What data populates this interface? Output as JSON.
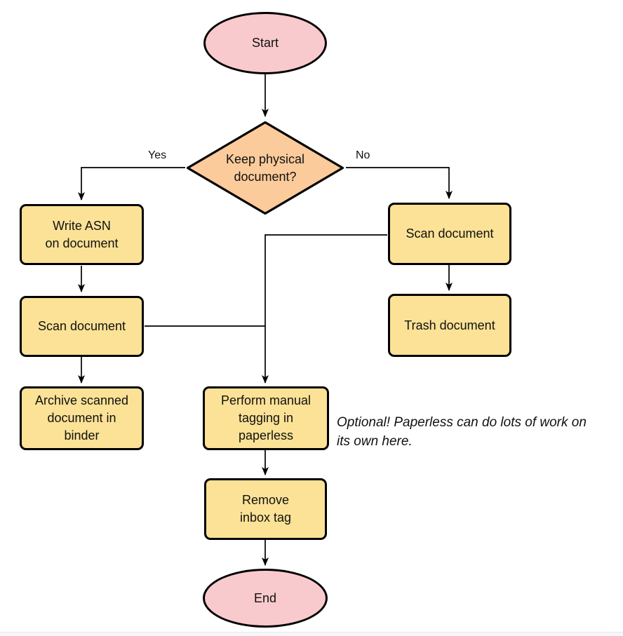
{
  "colors": {
    "terminator_fill": "#f9cacd",
    "decision_fill": "#fccb9b",
    "process_fill": "#fbe296",
    "stroke": "#000000",
    "text": "#111111"
  },
  "nodes": {
    "start": {
      "lines": [
        "Start"
      ]
    },
    "decision": {
      "lines": [
        "Keep physical",
        "document?"
      ]
    },
    "write_asn": {
      "lines": [
        "Write ASN",
        "on document"
      ]
    },
    "scan_left": {
      "lines": [
        "Scan document"
      ]
    },
    "archive": {
      "lines": [
        "Archive scanned",
        "document in",
        "binder"
      ]
    },
    "scan_right": {
      "lines": [
        "Scan document"
      ]
    },
    "trash": {
      "lines": [
        "Trash document"
      ]
    },
    "perform_tagging": {
      "lines": [
        "Perform manual",
        "tagging in",
        "paperless"
      ]
    },
    "remove_inbox": {
      "lines": [
        "Remove",
        "inbox tag"
      ]
    },
    "end": {
      "lines": [
        "End"
      ]
    }
  },
  "edge_labels": {
    "yes": "Yes",
    "no": "No"
  },
  "annotation": {
    "lines": [
      "Optional! Paperless can do lots of work on",
      "its own here."
    ]
  }
}
